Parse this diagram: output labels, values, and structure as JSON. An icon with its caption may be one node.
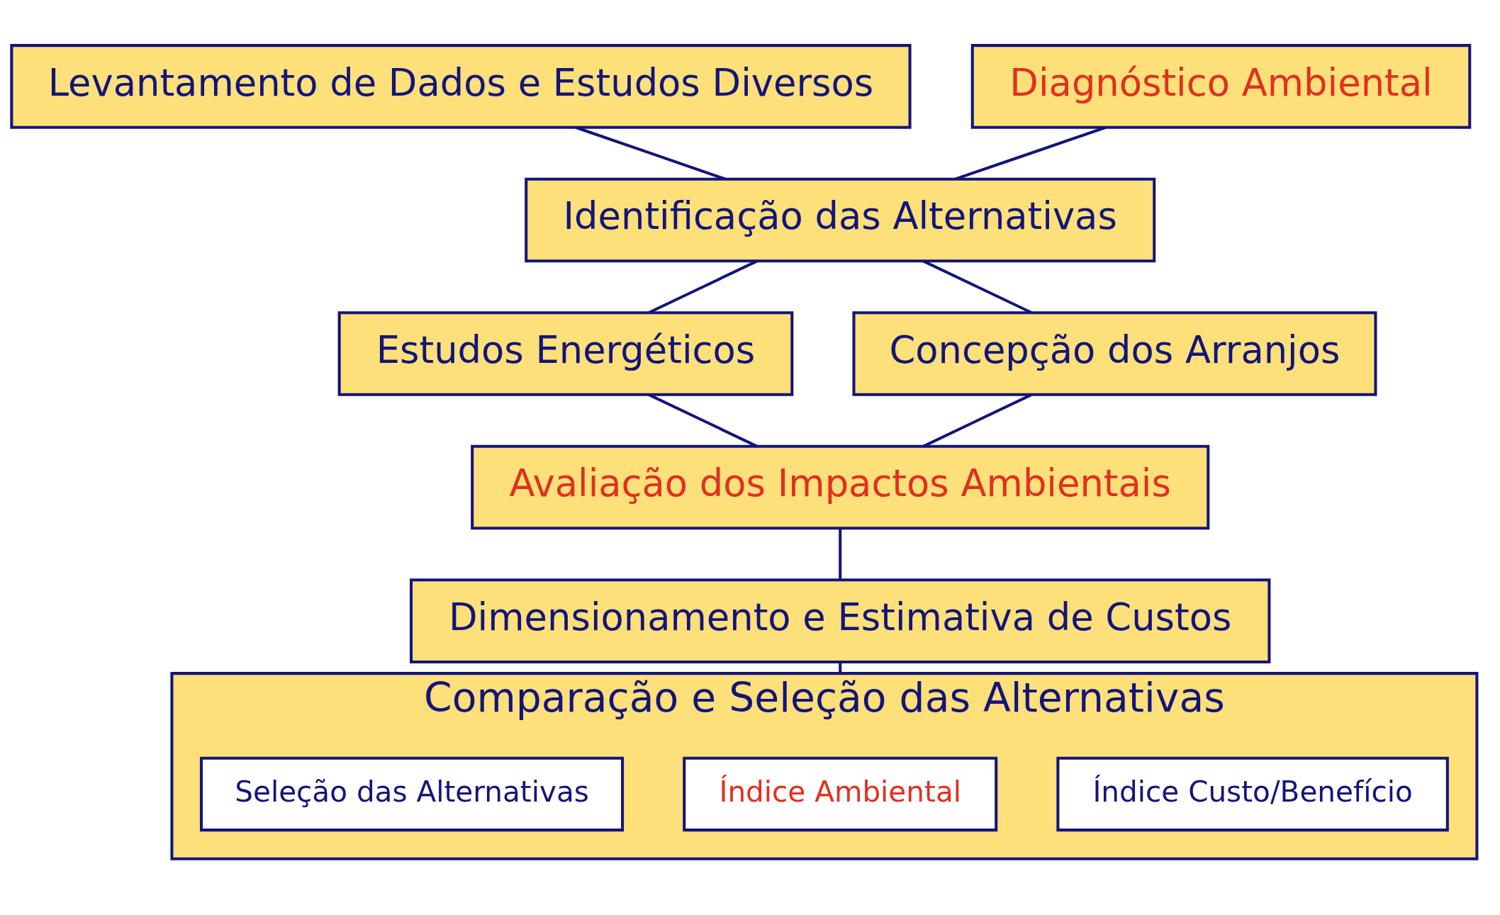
{
  "diagram": {
    "nodes": [
      {
        "text": [
          "Levantamento de Dados e Estudos Diversos"
        ]
      },
      {
        "text": [
          "Diagnóstico Ambiental"
        ]
      },
      {
        "text": [
          "Identificação das Alternativas"
        ]
      },
      {
        "text": [
          "Estudos Energéticos"
        ]
      },
      {
        "text": [
          "Concepção dos Arranjos"
        ]
      },
      {
        "text": [
          "Avaliação dos Impactos Ambientais"
        ]
      },
      {
        "text": [
          "Dimensionamento e Estimativa de Custos"
        ]
      },
      {
        "text": [
          "Comparação e Seleção das Alternativas"
        ]
      },
      {
        "text": [
          "Índice Custo/Benefício"
        ],
        "in": 7
      },
      {
        "text": [
          "Índice Ambiental"
        ],
        "in": 7
      },
      {
        "text": [
          "Seleção das Alternativas"
        ],
        "in": 7
      }
    ],
    "edges": [
      {
        "from": 0,
        "to": 2,
        "arrow": "none"
      },
      {
        "from": 1,
        "to": 2,
        "arrow": "none"
      },
      {
        "from": 2,
        "to": 3,
        "arrow": "none"
      },
      {
        "from": 2,
        "to": 4,
        "arrow": "none"
      },
      {
        "from": 3,
        "to": 5,
        "arrow": "none"
      },
      {
        "from": 4,
        "to": 5,
        "arrow": "none"
      },
      {
        "from": 5,
        "to": 6,
        "arrow": "none"
      },
      {
        "from": 6,
        "to": 7,
        "arrow": "none"
      }
    ]
  }
}
